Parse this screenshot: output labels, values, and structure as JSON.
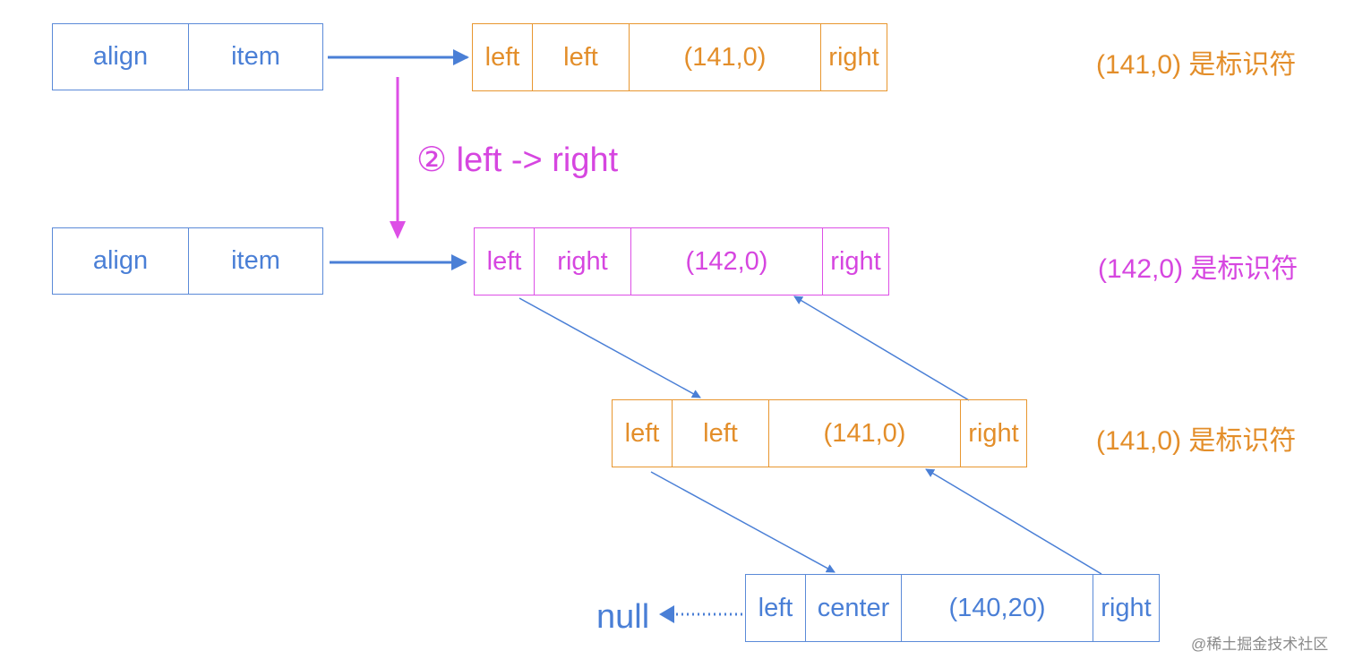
{
  "row1": {
    "left_box": [
      "align",
      "item"
    ],
    "node": [
      "left",
      "left",
      "(141,0)",
      "right"
    ],
    "note": "(141,0) 是标识符"
  },
  "step": {
    "label": "② left -> right"
  },
  "row2": {
    "left_box": [
      "align",
      "item"
    ],
    "node": [
      "left",
      "right",
      "(142,0)",
      "right"
    ],
    "note": "(142,0) 是标识符"
  },
  "row3": {
    "node": [
      "left",
      "left",
      "(141,0)",
      "right"
    ],
    "note": "(141,0) 是标识符"
  },
  "row4": {
    "node": [
      "left",
      "center",
      "(140,20)",
      "right"
    ],
    "null_label": "null"
  },
  "watermark": "@稀土掘金技术社区",
  "colors": {
    "blue": "#4a7fd6",
    "orange": "#e38e2a",
    "pink": "#d646e0"
  }
}
